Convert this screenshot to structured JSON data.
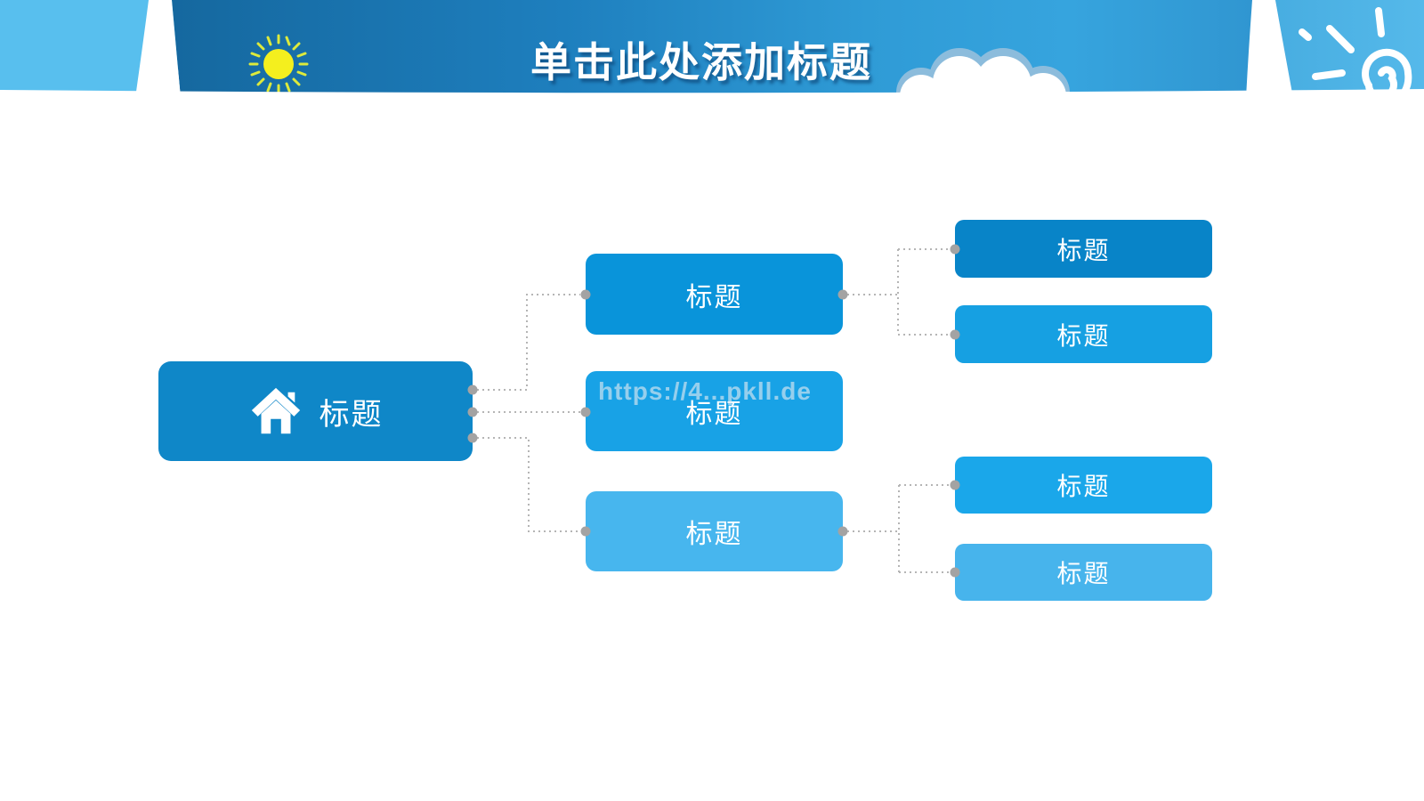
{
  "slide": {
    "title": "单击此处添加标题",
    "watermark": "https://4...pkll.de"
  },
  "icons": {
    "header_left": "sun-icon",
    "header_center": "cloud-icon",
    "header_right": "doodle-sun-icon",
    "root_node": "home-icon"
  },
  "colors": {
    "header_band_dark": "#15689f",
    "header_band_light": "#36a4de",
    "header_left_sky": "#58bfee",
    "header_right_sky": "#4aafe2",
    "sun_yellow": "#f4ef1e",
    "connector_gray": "#b5b5b5",
    "dot_gray": "#a3a3a3"
  },
  "diagram": {
    "root": {
      "label": "标题",
      "color": "#0f87c8"
    },
    "level2": [
      {
        "label": "标题",
        "color": "#0994da"
      },
      {
        "label": "标题",
        "color": "#18a2e6"
      },
      {
        "label": "标题",
        "color": "#47b6ee"
      }
    ],
    "level3": [
      {
        "label": "标题",
        "color": "#0884c8"
      },
      {
        "label": "标题",
        "color": "#16a0e2"
      },
      {
        "label": "标题",
        "color": "#1aa7ea"
      },
      {
        "label": "标题",
        "color": "#47b4ec"
      }
    ]
  }
}
